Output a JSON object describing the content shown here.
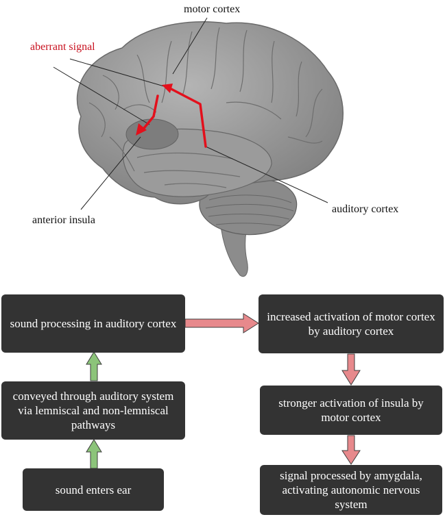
{
  "labels": {
    "motor_cortex": "motor cortex",
    "aberrant_signal": "aberrant signal",
    "anterior_insula": "anterior insula",
    "auditory_cortex": "auditory cortex"
  },
  "flow": {
    "left": [
      "sound processing in auditory cortex",
      "conveyed through auditory system via lemniscal and non-lemniscal pathways",
      "sound enters ear"
    ],
    "right": [
      "increased activation of motor cortex by auditory cortex",
      "stronger activation of insula by motor cortex",
      "signal processed by amygdala, activating autonomic nervous system"
    ]
  },
  "colors": {
    "box": "#333333",
    "box_text": "#ffffff",
    "signal": "#e3101c",
    "signal_label": "#c8101e",
    "arrow_green": "#8cc47a",
    "arrow_red": "#e7898c",
    "brain": "#9a9a9a"
  }
}
